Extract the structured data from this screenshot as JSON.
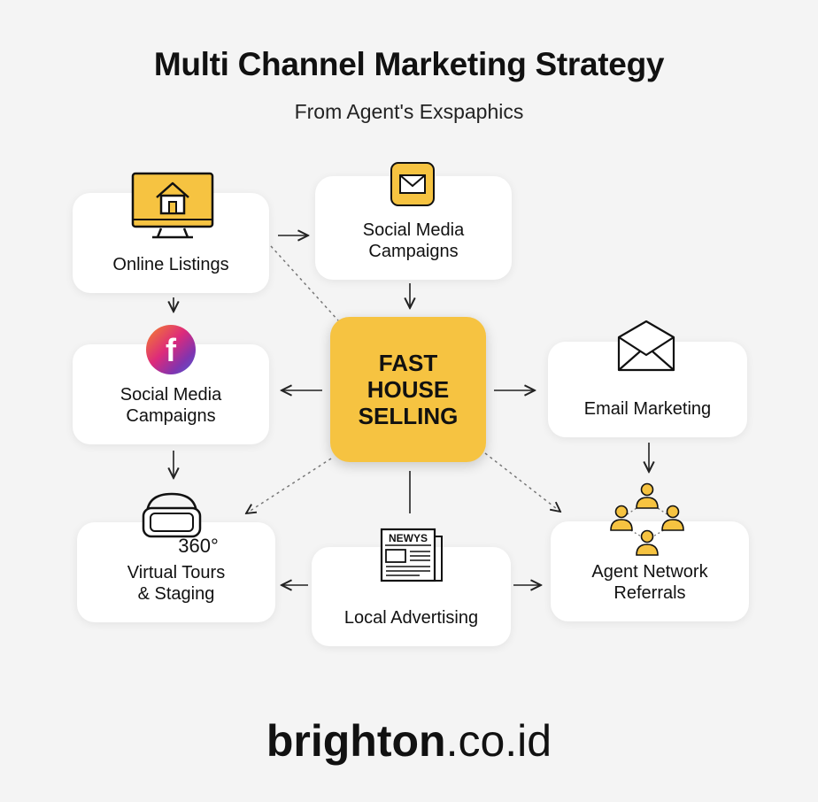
{
  "title": "Multi Channel Marketing Strategy",
  "subtitle": "From Agent's Exspaphics",
  "center": {
    "line1": "FAST",
    "line2": "HOUSE",
    "line3": "SELLING"
  },
  "nodes": {
    "online_listings": {
      "label": "Online Listings",
      "icon": "house-monitor-icon"
    },
    "social_media_top": {
      "line1": "Social Media",
      "line2": "Campaigns",
      "icon": "envelope-icon"
    },
    "social_media_left": {
      "line1": "Social Media",
      "line2": "Campaigns",
      "icon": "facebook-icon",
      "icon_text": "f"
    },
    "email_marketing": {
      "label": "Email Marketing",
      "icon": "envelope-icon"
    },
    "virtual_tours": {
      "line1": "Virtual Tours",
      "line2": "& Staging",
      "icon": "vr-headset-icon",
      "icon_text": "360°"
    },
    "local_advertising": {
      "label": "Local Advertising",
      "icon": "newspaper-icon",
      "icon_text": "NEWYS"
    },
    "agent_network": {
      "line1": "Agent Network",
      "line2": "Referrals",
      "icon": "people-network-icon"
    }
  },
  "brand": {
    "bold": "brighton",
    "rest": ".co.id"
  },
  "colors": {
    "accent": "#f6c341",
    "background": "#f4f4f4",
    "card": "#ffffff",
    "text": "#111111",
    "facebook_gradient": [
      "#f58529",
      "#dd2a7b",
      "#8134af",
      "#515bd4"
    ]
  }
}
